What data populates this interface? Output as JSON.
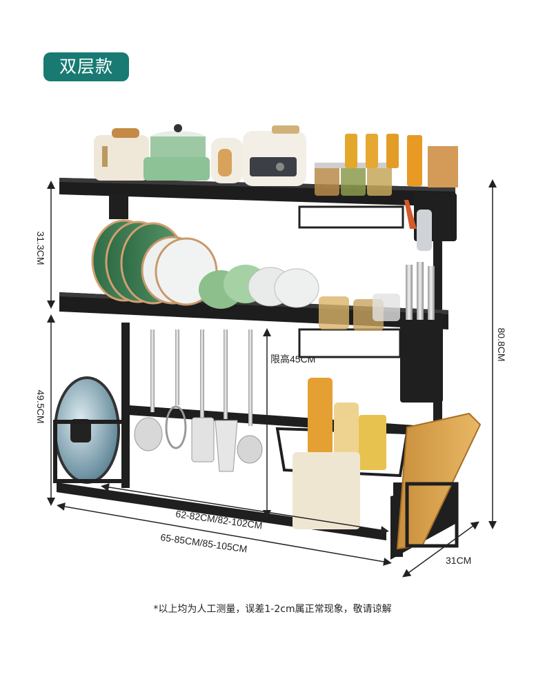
{
  "badge": {
    "label": "双层款",
    "color": "#187a73"
  },
  "dimensions": {
    "upper_tier_height": "31.3CM",
    "lower_height": "49.5CM",
    "total_height": "80.8CM",
    "clearance": "限高45CM",
    "inner_width": "62-82CM/82-102CM",
    "outer_width": "65-85CM/85-105CM",
    "depth": "31CM"
  },
  "footnote": "*以上均为人工测量，误差1-2cm属正常现象，敬请谅解",
  "product": {
    "name": "two-tier over-sink dish rack",
    "rack_color": "#1f1f1f"
  }
}
